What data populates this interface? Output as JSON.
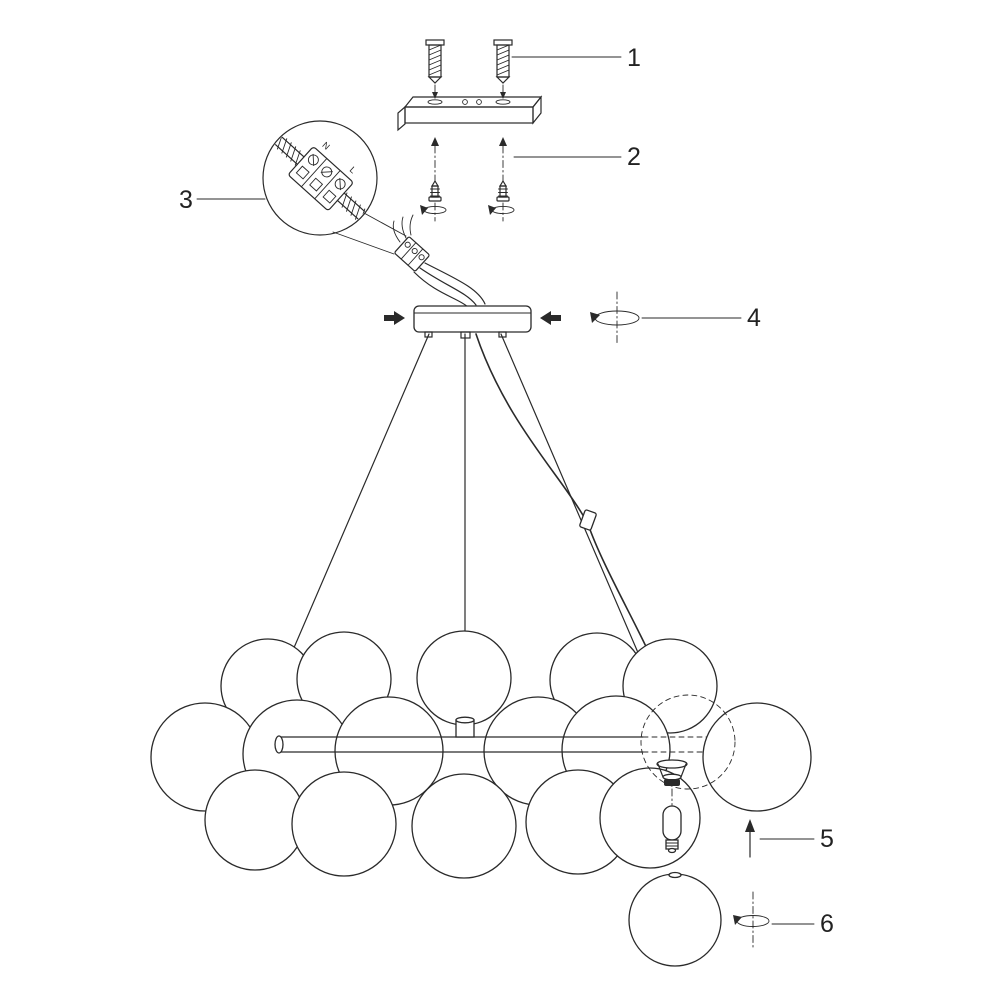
{
  "callouts": [
    {
      "number": "1",
      "part": "wall-plug-anchors"
    },
    {
      "number": "2",
      "part": "mounting-bracket-screws"
    },
    {
      "number": "3",
      "part": "wiring-terminal-detail"
    },
    {
      "number": "4",
      "part": "ceiling-canopy"
    },
    {
      "number": "5",
      "part": "lamp-bulb"
    },
    {
      "number": "6",
      "part": "glass-globe"
    }
  ],
  "detail": {
    "terminal_marks": {
      "n": "N",
      "l": "L"
    }
  },
  "colors": {
    "ink": "#2a2a2a",
    "paper": "#ffffff"
  }
}
